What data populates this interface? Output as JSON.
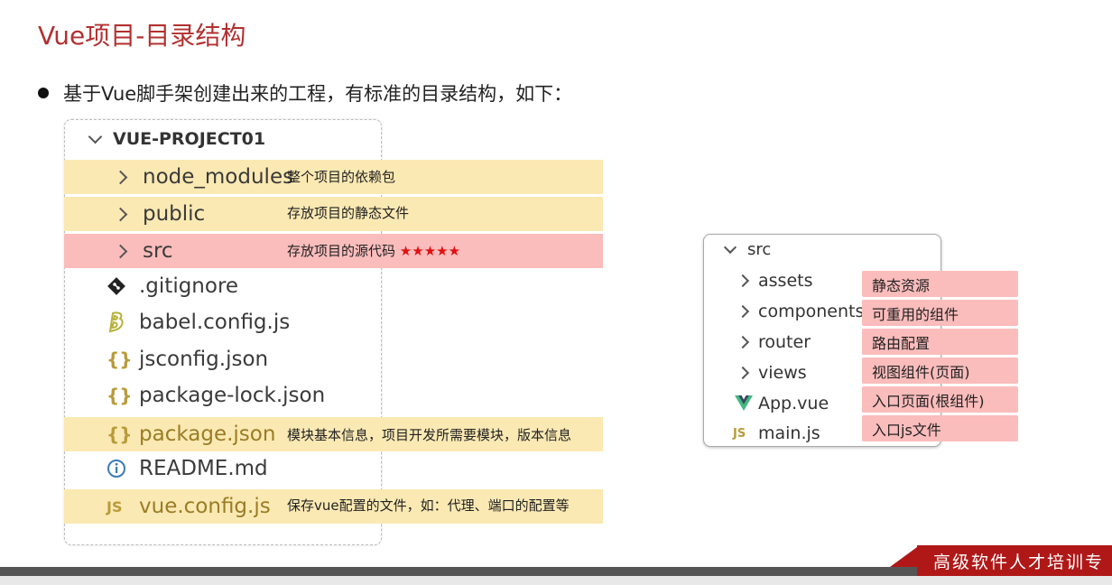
{
  "title": "Vue项目-目录结构",
  "bullet": "基于Vue脚手架创建出来的工程，有标准的目录结构，如下：",
  "left_panel": {
    "root": "VUE-PROJECT01",
    "items": [
      {
        "name": "node_modules",
        "icon": "chevron-right",
        "desc": "整个项目的依赖包"
      },
      {
        "name": "public",
        "icon": "chevron-right",
        "desc": "存放项目的静态文件"
      },
      {
        "name": "src",
        "icon": "chevron-right",
        "desc": "存放项目的源代码",
        "stars": "★★★★★"
      },
      {
        "name": ".gitignore",
        "icon": "git-diamond",
        "desc": ""
      },
      {
        "name": "babel.config.js",
        "icon": "babel",
        "desc": ""
      },
      {
        "name": "jsconfig.json",
        "icon": "braces",
        "desc": ""
      },
      {
        "name": "package-lock.json",
        "icon": "braces",
        "desc": ""
      },
      {
        "name": "package.json",
        "icon": "braces",
        "desc": "模块基本信息，项目开发所需要模块，版本信息"
      },
      {
        "name": "README.md",
        "icon": "info",
        "desc": ""
      },
      {
        "name": "vue.config.js",
        "icon": "js",
        "desc": "保存vue配置的文件，如：代理、端口的配置等"
      }
    ]
  },
  "right_panel": {
    "root": "src",
    "items": [
      {
        "name": "assets",
        "icon": "chevron-right",
        "tag": "静态资源"
      },
      {
        "name": "components",
        "icon": "chevron-right",
        "tag": "可重用的组件"
      },
      {
        "name": "router",
        "icon": "chevron-right",
        "tag": "路由配置"
      },
      {
        "name": "views",
        "icon": "chevron-right",
        "tag": "视图组件(页面)"
      },
      {
        "name": "App.vue",
        "icon": "vue",
        "tag": "入口页面(根组件)"
      },
      {
        "name": "main.js",
        "icon": "js",
        "tag": "入口js文件"
      }
    ]
  },
  "icons": {
    "braces": "{}",
    "js": "JS"
  },
  "footer": {
    "brand": "高级软件人才培训专"
  },
  "colors": {
    "title": "#b33030",
    "highlight_yellow": "#fbe9b3",
    "highlight_pink": "#fbbcbc",
    "brand": "#b01818",
    "icon_gold": "#b89b3a"
  }
}
